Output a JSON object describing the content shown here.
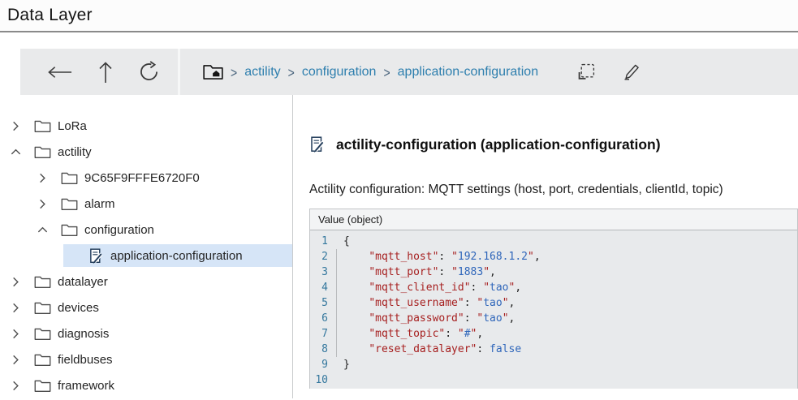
{
  "colors": {
    "accent-blue": "#2e7fae",
    "breadcrumb-sep": "#44607a",
    "selection-bg": "#d6e5f7",
    "editor-bg": "#e8eaec",
    "editor-header-bg": "#f3f4f5",
    "key-red": "#a61f1f",
    "value-blue": "#2f66ba",
    "punct-dark": "#1f1f1f",
    "line-number": "#35789e"
  },
  "header": {
    "title": "Data Layer"
  },
  "toolbar": {
    "breadcrumb": [
      "actility",
      "configuration",
      "application-configuration"
    ],
    "breadcrumb_separator": ">"
  },
  "tree": {
    "items": [
      {
        "label": "LoRa",
        "level": 0,
        "type": "folder",
        "expanded": false
      },
      {
        "label": "actility",
        "level": 0,
        "type": "folder",
        "expanded": true
      },
      {
        "label": "9C65F9FFFE6720F0",
        "level": 1,
        "type": "folder",
        "expanded": false
      },
      {
        "label": "alarm",
        "level": 1,
        "type": "folder",
        "expanded": false
      },
      {
        "label": "configuration",
        "level": 1,
        "type": "folder",
        "expanded": true
      },
      {
        "label": "application-configuration",
        "level": 2,
        "type": "document",
        "selected": true
      },
      {
        "label": "datalayer",
        "level": 0,
        "type": "folder",
        "expanded": false
      },
      {
        "label": "devices",
        "level": 0,
        "type": "folder",
        "expanded": false
      },
      {
        "label": "diagnosis",
        "level": 0,
        "type": "folder",
        "expanded": false
      },
      {
        "label": "fieldbuses",
        "level": 0,
        "type": "folder",
        "expanded": false
      },
      {
        "label": "framework",
        "level": 0,
        "type": "folder",
        "expanded": false
      }
    ]
  },
  "main": {
    "title": "actility-configuration (application-configuration)",
    "description": "Actility configuration: MQTT settings (host, port, credentials, clientId, topic)",
    "editor": {
      "header": "Value (object)",
      "lines": [
        {
          "n": 1,
          "tok": [
            [
              "p",
              "{"
            ]
          ]
        },
        {
          "n": 2,
          "tok": [
            [
              "p",
              "    "
            ],
            [
              "k",
              "\"mqtt_host\""
            ],
            [
              "p",
              ": "
            ],
            [
              "q",
              "\""
            ],
            [
              "v",
              "192.168.1.2"
            ],
            [
              "q",
              "\""
            ],
            [
              "p",
              ","
            ]
          ]
        },
        {
          "n": 3,
          "tok": [
            [
              "p",
              "    "
            ],
            [
              "k",
              "\"mqtt_port\""
            ],
            [
              "p",
              ": "
            ],
            [
              "q",
              "\""
            ],
            [
              "v",
              "1883"
            ],
            [
              "q",
              "\""
            ],
            [
              "p",
              ","
            ]
          ]
        },
        {
          "n": 4,
          "tok": [
            [
              "p",
              "    "
            ],
            [
              "k",
              "\"mqtt_client_id\""
            ],
            [
              "p",
              ": "
            ],
            [
              "q",
              "\""
            ],
            [
              "v",
              "tao"
            ],
            [
              "q",
              "\""
            ],
            [
              "p",
              ","
            ]
          ]
        },
        {
          "n": 5,
          "tok": [
            [
              "p",
              "    "
            ],
            [
              "k",
              "\"mqtt_username\""
            ],
            [
              "p",
              ": "
            ],
            [
              "q",
              "\""
            ],
            [
              "v",
              "tao"
            ],
            [
              "q",
              "\""
            ],
            [
              "p",
              ","
            ]
          ]
        },
        {
          "n": 6,
          "tok": [
            [
              "p",
              "    "
            ],
            [
              "k",
              "\"mqtt_password\""
            ],
            [
              "p",
              ": "
            ],
            [
              "q",
              "\""
            ],
            [
              "v",
              "tao"
            ],
            [
              "q",
              "\""
            ],
            [
              "p",
              ","
            ]
          ]
        },
        {
          "n": 7,
          "tok": [
            [
              "p",
              "    "
            ],
            [
              "k",
              "\"mqtt_topic\""
            ],
            [
              "p",
              ": "
            ],
            [
              "q",
              "\""
            ],
            [
              "v",
              "#"
            ],
            [
              "q",
              "\""
            ],
            [
              "p",
              ","
            ]
          ]
        },
        {
          "n": 8,
          "tok": [
            [
              "p",
              "    "
            ],
            [
              "k",
              "\"reset_datalayer\""
            ],
            [
              "p",
              ": "
            ],
            [
              "v",
              "false"
            ]
          ]
        },
        {
          "n": 9,
          "tok": [
            [
              "p",
              "}"
            ]
          ]
        },
        {
          "n": 10,
          "tok": []
        }
      ]
    }
  }
}
